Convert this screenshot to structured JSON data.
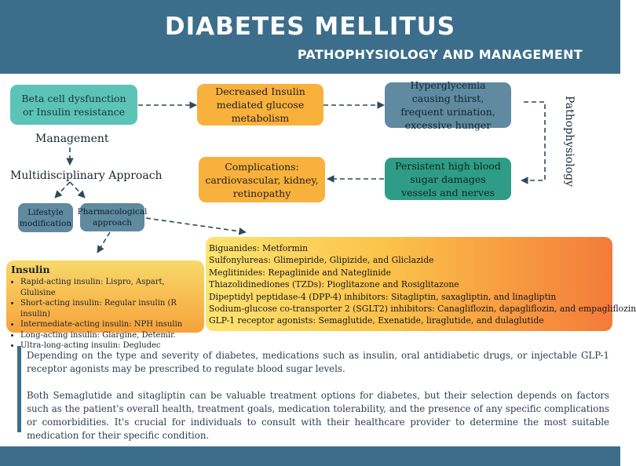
{
  "header": {
    "title": "DIABETES MELLITUS",
    "subtitle": "PATHOPHYSIOLOGY AND MANAGEMENT"
  },
  "pathophysiology": {
    "label": "Pathophysiology",
    "beta_cell": "Beta cell dysfunction or Insulin resistance",
    "decreased_insulin": "Decreased Insulin mediated glucose metabolism",
    "hyperglycemia": "Hyperglycemia causing thirst, frequent urination, excessive hunger",
    "persistent_sugar": "Persistent high blood sugar damages vessels and nerves",
    "complications": "Complications: cardiovascular, kidney, retinopathy"
  },
  "management": {
    "label": "Management",
    "approach": "Multidisciplinary Approach",
    "lifestyle": "Lifestyle modification",
    "pharmacological": "Pharmacological approach"
  },
  "insulin": {
    "title": "Insulin",
    "items": [
      "Rapid-acting insulin: Lispro, Aspart, Glulisine",
      "Short-acting insulin: Regular insulin (R insulin)",
      "Intermediate-acting insulin: NPH insulin",
      "Long-acting insulin: Glargine, Detemir.",
      "Ultra-long-acting insulin: Degludec"
    ]
  },
  "drugs": {
    "lines": [
      "Biguanides: Metformin",
      "Sulfonylureas: Glimepiride, Glipizide, and Gliclazide",
      "Meglitinides: Repaglinide and Nateglinide",
      "Thiazolidinediones (TZDs): Pioglitazone and Rosiglitazone",
      "Dipeptidyl peptidase-4 (DPP-4) inhibitors: Sitagliptin, saxagliptin, and linagliptin",
      "Sodium-glucose co-transporter 2 (SGLT2) inhibitors: Canagliflozin, dapagliflozin, and empagliflozin",
      "GLP-1 receptor agonists: Semaglutide, Exenatide, liraglutide, and dulaglutide"
    ]
  },
  "notes": {
    "paragraph1": "Depending on the type and severity of diabetes, medications such as insulin, oral antidiabetic drugs, or injectable GLP-1 receptor agonists may be prescribed to regulate blood sugar levels.",
    "paragraph2": "Both Semaglutide and sitagliptin can be valuable treatment options for diabetes, but their selection depends on factors such as the patient's overall health, treatment goals, medication tolerability, and the presence of any specific complications or comorbidities. It's crucial for individuals to consult with their healthcare provider to determine the most suitable medication for their specific condition."
  },
  "colors": {
    "header": "#3c6e8b",
    "teal": "#5cc4b6",
    "orange": "#f8b13c",
    "slate": "#5f8aa0",
    "green": "#2e9c86",
    "arrow": "#2d4a5e"
  }
}
